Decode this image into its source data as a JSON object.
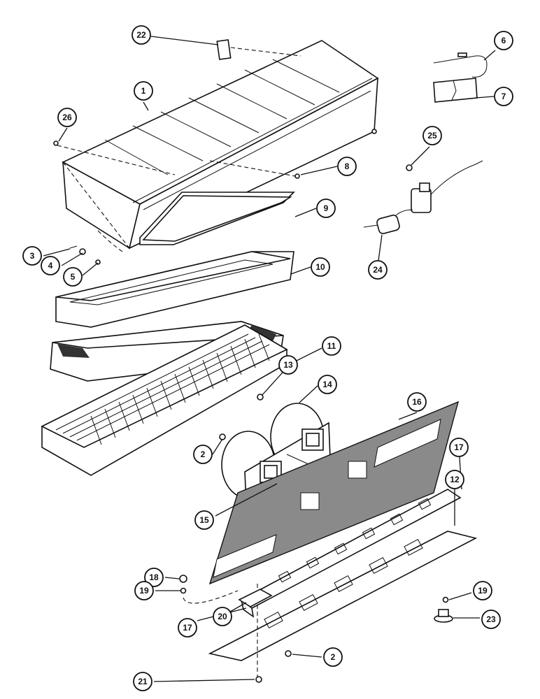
{
  "callouts": [
    {
      "id": "c1",
      "label": "1"
    },
    {
      "id": "c2a",
      "label": "2"
    },
    {
      "id": "c2b",
      "label": "2"
    },
    {
      "id": "c3",
      "label": "3"
    },
    {
      "id": "c4",
      "label": "4"
    },
    {
      "id": "c5",
      "label": "5"
    },
    {
      "id": "c6",
      "label": "6"
    },
    {
      "id": "c7",
      "label": "7"
    },
    {
      "id": "c8",
      "label": "8"
    },
    {
      "id": "c9",
      "label": "9"
    },
    {
      "id": "c10",
      "label": "10"
    },
    {
      "id": "c11",
      "label": "11"
    },
    {
      "id": "c12",
      "label": "12"
    },
    {
      "id": "c13",
      "label": "13"
    },
    {
      "id": "c14",
      "label": "14"
    },
    {
      "id": "c15",
      "label": "15"
    },
    {
      "id": "c16",
      "label": "16"
    },
    {
      "id": "c17a",
      "label": "17"
    },
    {
      "id": "c17b",
      "label": "17"
    },
    {
      "id": "c18",
      "label": "18"
    },
    {
      "id": "c19a",
      "label": "19"
    },
    {
      "id": "c19b",
      "label": "19"
    },
    {
      "id": "c20",
      "label": "20"
    },
    {
      "id": "c21",
      "label": "21"
    },
    {
      "id": "c22",
      "label": "22"
    },
    {
      "id": "c23",
      "label": "23"
    },
    {
      "id": "c24",
      "label": "24"
    },
    {
      "id": "c25",
      "label": "25"
    },
    {
      "id": "c26",
      "label": "26"
    }
  ]
}
